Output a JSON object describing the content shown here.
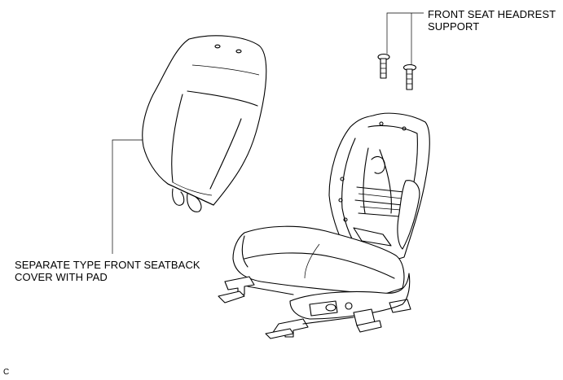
{
  "callouts": {
    "headrest_support": {
      "line1": "FRONT SEAT HEADREST",
      "line2": "SUPPORT"
    },
    "seatback_cover": {
      "line1": "SEPARATE TYPE FRONT SEATBACK",
      "line2": "COVER WITH PAD"
    }
  },
  "figure_code": "C"
}
